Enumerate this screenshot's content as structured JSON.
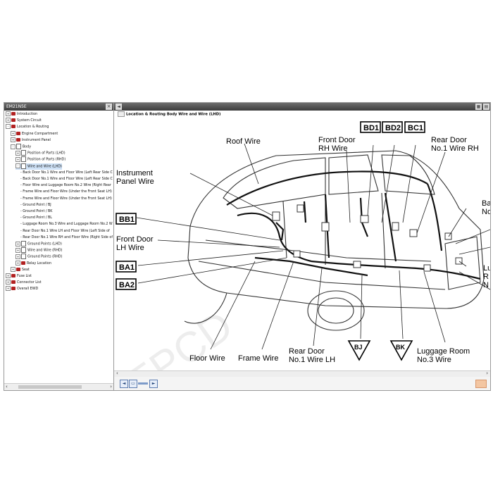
{
  "left_panel": {
    "title": "EM21N5E",
    "close_glyph": "×",
    "tree": [
      {
        "label": "Introduction",
        "indent": 0,
        "exp": "+",
        "icon": "book"
      },
      {
        "label": "System Circuit",
        "indent": 0,
        "exp": "+",
        "icon": "book"
      },
      {
        "label": "Location & Routing",
        "indent": 0,
        "exp": "-",
        "icon": "book"
      },
      {
        "label": "Engine Compartment",
        "indent": 1,
        "exp": "+",
        "icon": "book"
      },
      {
        "label": "Instrument Panel",
        "indent": 1,
        "exp": "+",
        "icon": "book"
      },
      {
        "label": "Body",
        "indent": 1,
        "exp": "-",
        "icon": "page"
      },
      {
        "label": "Position of Parts (LHD)",
        "indent": 2,
        "exp": "+",
        "icon": "page"
      },
      {
        "label": "Position of Parts (RHD)",
        "indent": 2,
        "exp": "+",
        "icon": "page"
      },
      {
        "label": "Wire and Wire (LHD)",
        "indent": 2,
        "exp": "-",
        "icon": "page",
        "selected": true
      },
      {
        "label": "- Back Door No.1 Wire and Floor Wire (Left Rear Side C",
        "indent": 3
      },
      {
        "label": "- Back Door No.1 Wire and Floor Wire (Left Rear Side C",
        "indent": 3
      },
      {
        "label": "- Floor Wire and Luggage Room No.2 Wire (Right Rear",
        "indent": 3
      },
      {
        "label": "- Frame Wire and Floor Wire (Under the Front Seat LH)",
        "indent": 3
      },
      {
        "label": "- Frame Wire and Floor Wire (Under the Front Seat LH)",
        "indent": 3
      },
      {
        "label": "- Ground Point / BJ",
        "indent": 3
      },
      {
        "label": "- Ground Point / BK",
        "indent": 3
      },
      {
        "label": "- Ground Point / BL",
        "indent": 3
      },
      {
        "label": "- Luggage Room No.3 Wire and Luggage Room No.2 W",
        "indent": 3
      },
      {
        "label": "- Rear Door No.1 Wire LH and Floor Wire (Left Side of",
        "indent": 3
      },
      {
        "label": "- Rear Door No.1 Wire RH and Floor Wire (Right Side of",
        "indent": 3
      },
      {
        "label": "Ground Points (LHD)",
        "indent": 2,
        "exp": "+",
        "icon": "page"
      },
      {
        "label": "Wire and Wire (RHD)",
        "indent": 2,
        "exp": "+",
        "icon": "page"
      },
      {
        "label": "Ground Points (RHD)",
        "indent": 2,
        "exp": "+",
        "icon": "page"
      },
      {
        "label": "Relay Location",
        "indent": 2,
        "exp": "+",
        "icon": "book"
      },
      {
        "label": "Seat",
        "indent": 1,
        "exp": "+",
        "icon": "book"
      },
      {
        "label": "Fuse List",
        "indent": 0,
        "exp": "+",
        "icon": "book"
      },
      {
        "label": "Connector List",
        "indent": 0,
        "exp": "+",
        "icon": "book"
      },
      {
        "label": "Overall EWD",
        "indent": 0,
        "exp": "+",
        "icon": "book"
      }
    ]
  },
  "right_panel": {
    "back_glyph": "◄",
    "title": "Location & Routing  Body  Wire and Wire (LHD)",
    "diagram_labels": {
      "roof_wire": "Roof Wire",
      "front_door_rh": [
        "Front Door",
        "RH Wire"
      ],
      "rear_door_rh": [
        "Rear Door",
        "No.1 Wire RH"
      ],
      "instrument_panel": [
        "Instrument",
        "Panel Wire"
      ],
      "front_door_lh": [
        "Front Door",
        "LH Wire"
      ],
      "floor_wire": "Floor Wire",
      "frame_wire": "Frame Wire",
      "rear_door_lh": [
        "Rear Door",
        "No.1 Wire LH"
      ],
      "luggage_room_3": [
        "Luggage Room",
        "No.3 Wire"
      ],
      "cut_ba": [
        "Ba",
        "No"
      ],
      "cut_lu": [
        "Lu",
        "R",
        "N"
      ],
      "watermark": "EPCD"
    },
    "codes": [
      "BD1",
      "BD2",
      "BC1",
      "BB1",
      "BA1",
      "BA2"
    ],
    "grounds": [
      "BJ",
      "BK"
    ]
  },
  "colors": {
    "header": "#4a4a4a",
    "selected": "#cfe2f7",
    "book_icon": "#b22222"
  }
}
